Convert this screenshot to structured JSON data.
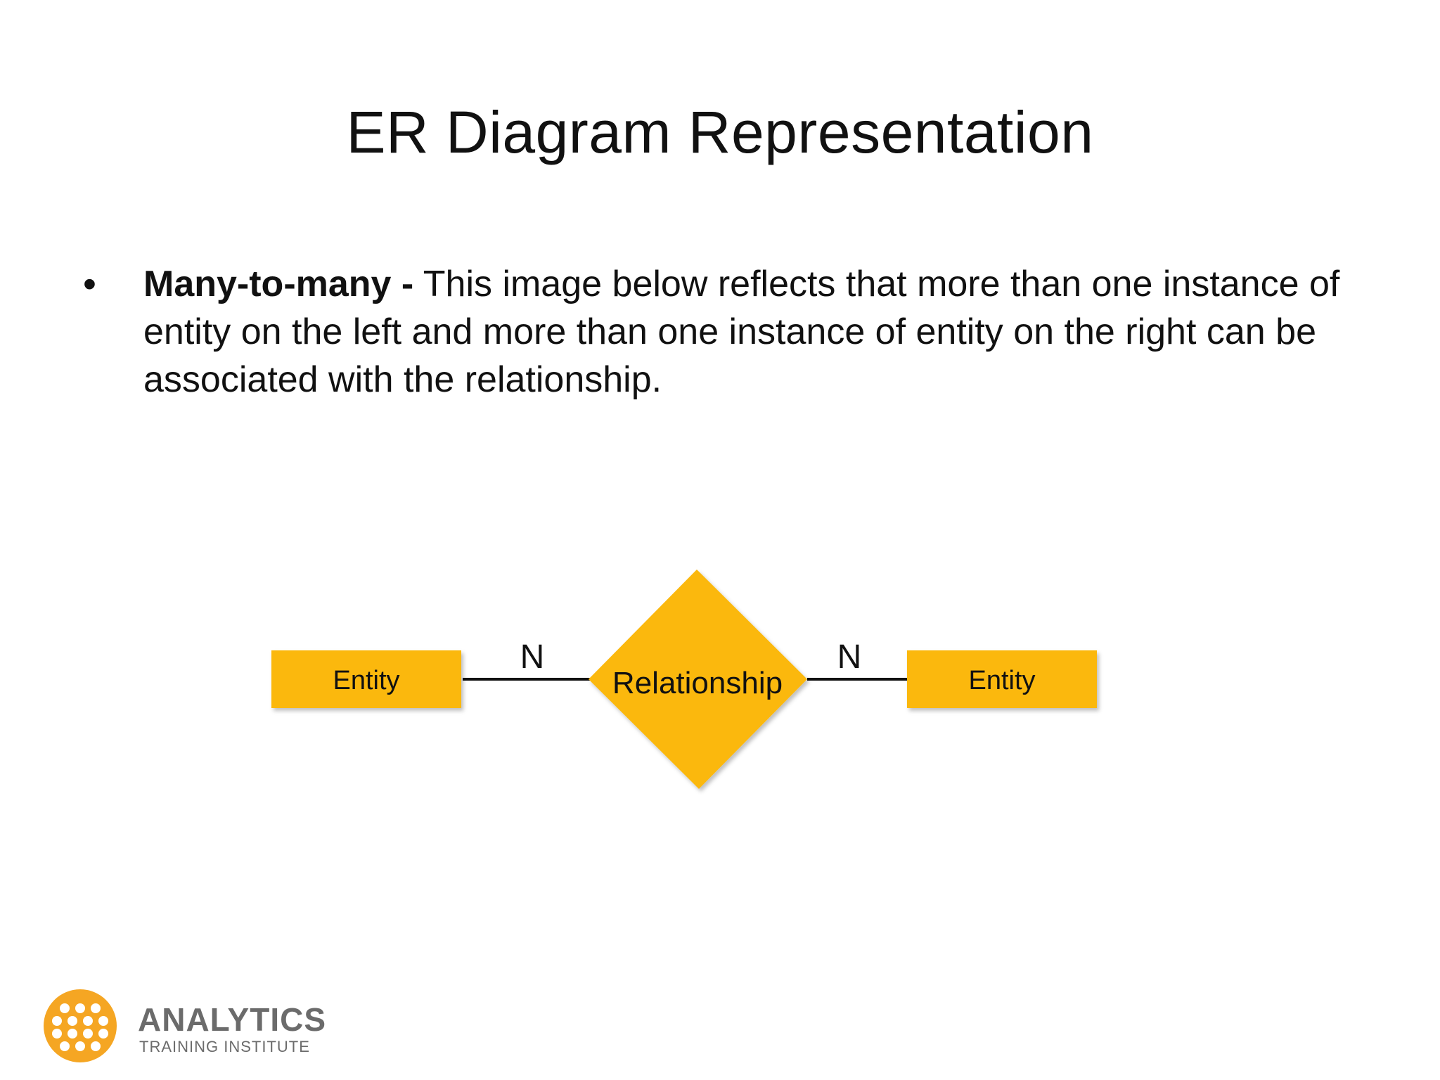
{
  "slide": {
    "title": "ER Diagram Representation",
    "bullet": {
      "term": "Many-to-many -",
      "text": " This image below reflects that more than one instance of entity on the left and more than one instance of entity on the right can be associated with the relationship."
    }
  },
  "diagram": {
    "left_entity": "Entity",
    "relationship": "Relationship",
    "right_entity": "Entity",
    "left_cardinality": "N",
    "right_cardinality": "N",
    "colors": {
      "fill": "#FBB80F",
      "line": "#111111"
    }
  },
  "logo": {
    "name": "ANALYTICS",
    "subtitle": "TRAINING INSTITUTE",
    "accent_color": "#F5A623"
  }
}
